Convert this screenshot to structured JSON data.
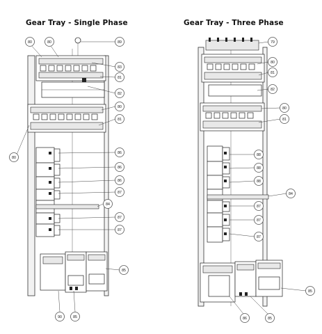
{
  "titles": {
    "left": "Gear Tray - Single Phase",
    "right": "Gear Tray - Three Phase"
  },
  "left_callouts": [
    "80",
    "80",
    "89",
    "83",
    "81",
    "82",
    "80",
    "81",
    "80",
    "86",
    "86",
    "86",
    "87",
    "84",
    "87",
    "87",
    "85",
    "90",
    "85"
  ],
  "right_callouts": [
    "79",
    "80",
    "81",
    "82",
    "80",
    "81",
    "88",
    "88",
    "88",
    "84",
    "87",
    "87",
    "87",
    "85",
    "86",
    "85"
  ]
}
